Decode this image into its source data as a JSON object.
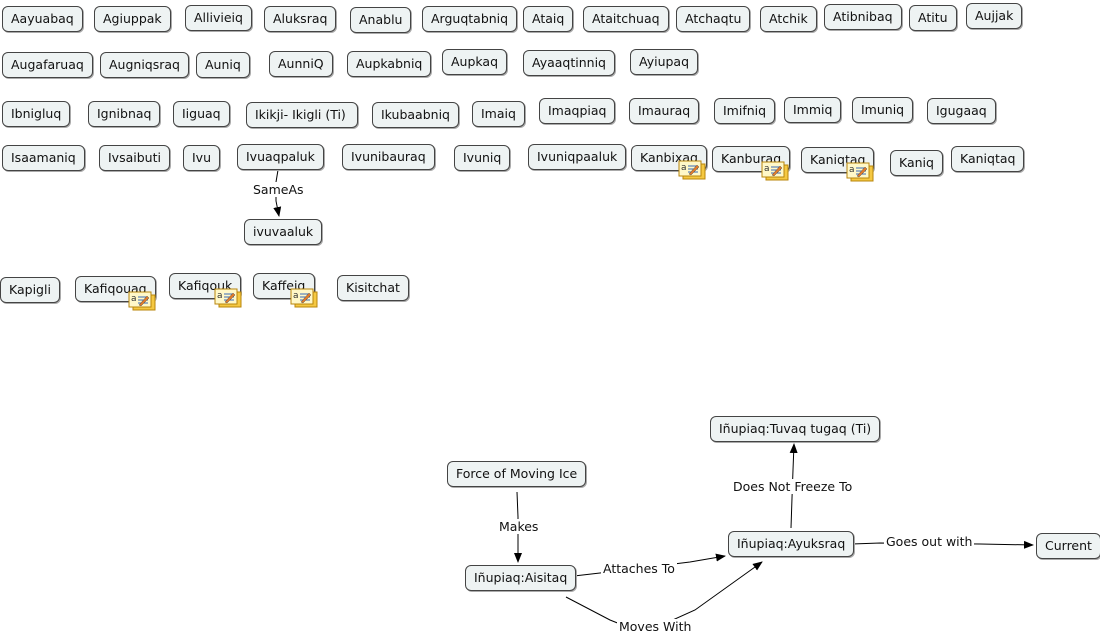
{
  "nodes": [
    {
      "id": "n1",
      "label": "Aayuabaq"
    },
    {
      "id": "n2",
      "label": "Agiuppak"
    },
    {
      "id": "n3",
      "label": "Allivieiq"
    },
    {
      "id": "n4",
      "label": "Aluksraq"
    },
    {
      "id": "n5",
      "label": "Anablu"
    },
    {
      "id": "n6",
      "label": "Arguqtabniq"
    },
    {
      "id": "n7",
      "label": "Ataiq"
    },
    {
      "id": "n8",
      "label": "Ataitchuaq"
    },
    {
      "id": "n9",
      "label": "Atchaqtu"
    },
    {
      "id": "n10",
      "label": "Atchik"
    },
    {
      "id": "n11",
      "label": "Atibnibaq"
    },
    {
      "id": "n12",
      "label": "Atitu"
    },
    {
      "id": "n13",
      "label": "Aujjak"
    },
    {
      "id": "n14",
      "label": "Augafaruaq"
    },
    {
      "id": "n15",
      "label": "Augniqsraq"
    },
    {
      "id": "n16",
      "label": "Auniq"
    },
    {
      "id": "n17",
      "label": "AunniQ"
    },
    {
      "id": "n18",
      "label": "Aupkabniq"
    },
    {
      "id": "n19",
      "label": "Aupkaq"
    },
    {
      "id": "n20",
      "label": "Ayaaqtinniq"
    },
    {
      "id": "n21",
      "label": "Ayiupaq"
    },
    {
      "id": "n22",
      "label": "Ibnigluq"
    },
    {
      "id": "n23",
      "label": "Ignibnaq"
    },
    {
      "id": "n24",
      "label": "Iiguaq"
    },
    {
      "id": "n25",
      "label": "Ikikji- Ikigli (Ti)"
    },
    {
      "id": "n26",
      "label": "Ikubaabniq"
    },
    {
      "id": "n27",
      "label": "Imaiq"
    },
    {
      "id": "n28",
      "label": "Imaqpiaq"
    },
    {
      "id": "n29",
      "label": "Imauraq"
    },
    {
      "id": "n30",
      "label": "Imifniq"
    },
    {
      "id": "n31",
      "label": "Immiq"
    },
    {
      "id": "n32",
      "label": "Imuniq"
    },
    {
      "id": "n33",
      "label": "Igugaaq"
    },
    {
      "id": "n34",
      "label": "Isaamaniq"
    },
    {
      "id": "n35",
      "label": "Ivsaibuti"
    },
    {
      "id": "n36",
      "label": "Ivu"
    },
    {
      "id": "n37",
      "label": "Ivuaqpaluk"
    },
    {
      "id": "n38",
      "label": "Ivunibauraq"
    },
    {
      "id": "n39",
      "label": "Ivuniq"
    },
    {
      "id": "n40",
      "label": "Ivuniqpaaluk"
    },
    {
      "id": "n41",
      "label": "Kanbixaq",
      "res": true
    },
    {
      "id": "n42",
      "label": "Kanburaq",
      "res": true
    },
    {
      "id": "n43",
      "label": "Kaniqtaq",
      "res": true
    },
    {
      "id": "n44",
      "label": "Kaniq"
    },
    {
      "id": "n45",
      "label": "Kaniqtaq"
    },
    {
      "id": "n46",
      "label": "ivuvaaluk"
    },
    {
      "id": "n47",
      "label": "Kapigli"
    },
    {
      "id": "n48",
      "label": "Kafiqouaq",
      "res": true
    },
    {
      "id": "n49",
      "label": "Kafiqouk",
      "res": true
    },
    {
      "id": "n50",
      "label": "Kaffeiq",
      "res": true
    },
    {
      "id": "n51",
      "label": "Kisitchat"
    },
    {
      "id": "n52",
      "label": "Iñupiaq:Tuvaq tugaq (Ti)"
    },
    {
      "id": "n53",
      "label": "Force of Moving Ice"
    },
    {
      "id": "n54",
      "label": "Iñupiaq:Ayuksraq"
    },
    {
      "id": "n55",
      "label": "Current"
    },
    {
      "id": "n56",
      "label": "Iñupiaq:Aisitaq"
    }
  ],
  "links": [
    {
      "label": "SameAs",
      "from": "n37",
      "to": "n46"
    },
    {
      "label": "Makes",
      "from": "n53",
      "to": "n56"
    },
    {
      "label": "Attaches To",
      "from": "n56",
      "to": "n54"
    },
    {
      "label": "Does Not Freeze To",
      "from": "n54",
      "to": "n52"
    },
    {
      "label": "Goes out with",
      "from": "n54",
      "to": "n55"
    },
    {
      "label": "Moves With",
      "from": "n56",
      "to": "n54"
    }
  ],
  "colors": {
    "node_fill": "#eef3f3",
    "node_border": "#444444",
    "resource_icon": "#f5c842"
  },
  "icons": {
    "resource": "note-resource-icon"
  }
}
